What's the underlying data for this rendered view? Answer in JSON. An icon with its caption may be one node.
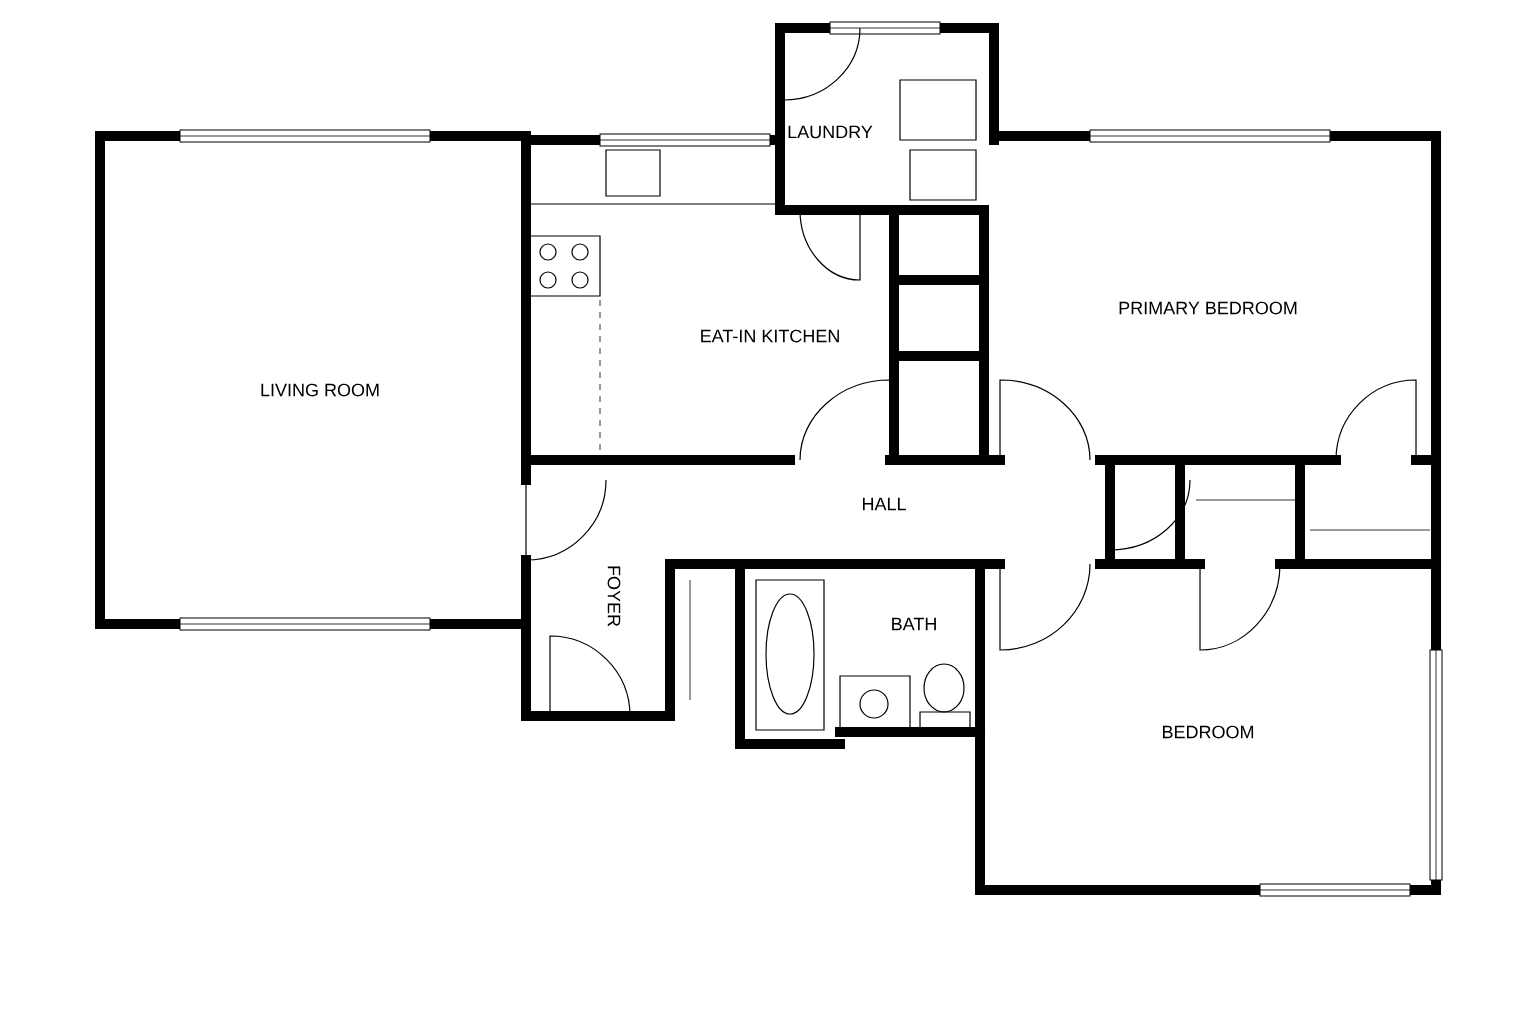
{
  "diagram": {
    "labels": [
      "LAUNDRY",
      "LIVING ROOM",
      "EAT-IN KITCHEN",
      "PRIMARY BEDROOM",
      "HALL",
      "FOYER",
      "BATH",
      "BEDROOM"
    ]
  }
}
